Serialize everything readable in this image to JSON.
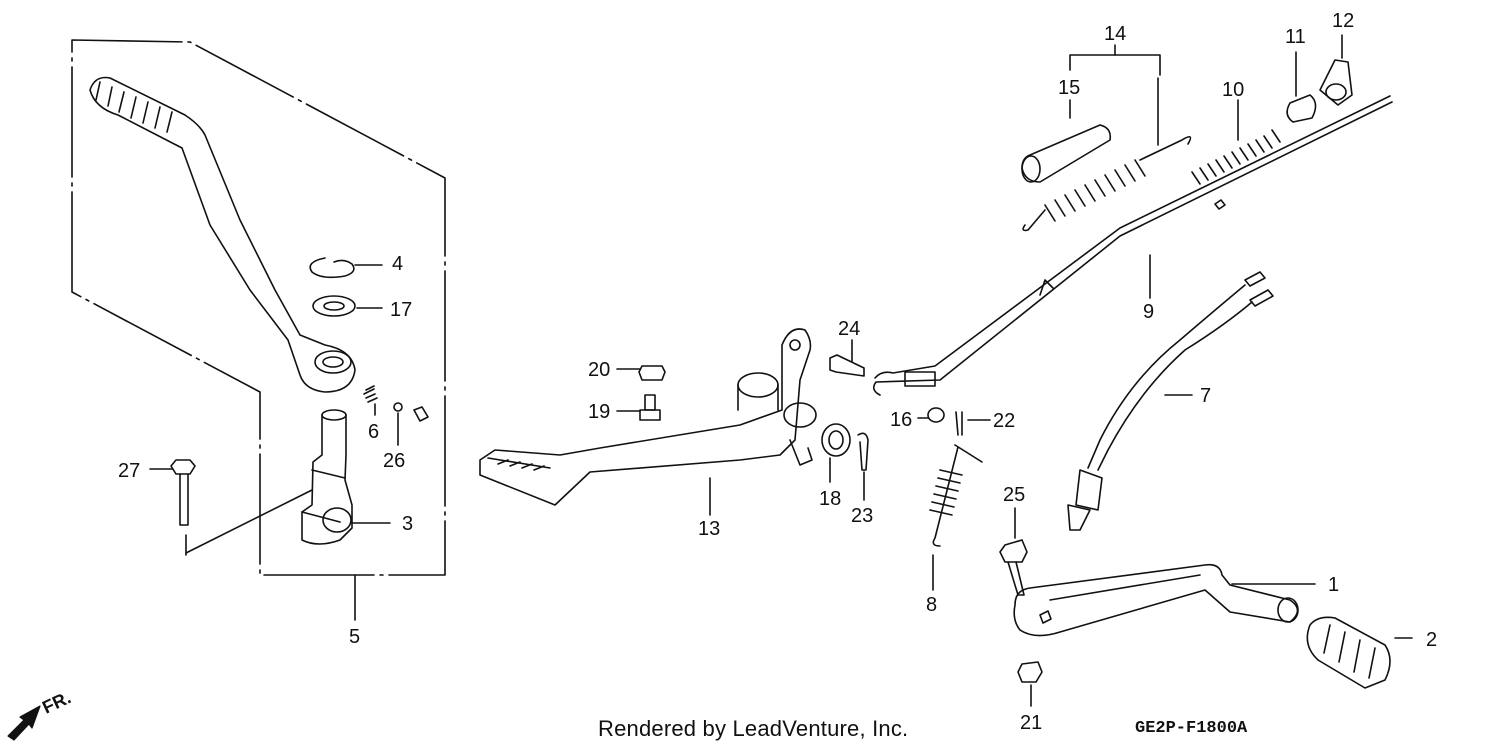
{
  "diagram": {
    "callouts": [
      {
        "id": "1",
        "label": "1"
      },
      {
        "id": "2",
        "label": "2"
      },
      {
        "id": "3",
        "label": "3"
      },
      {
        "id": "4",
        "label": "4"
      },
      {
        "id": "5",
        "label": "5"
      },
      {
        "id": "6",
        "label": "6"
      },
      {
        "id": "7",
        "label": "7"
      },
      {
        "id": "8",
        "label": "8"
      },
      {
        "id": "9",
        "label": "9"
      },
      {
        "id": "10",
        "label": "10"
      },
      {
        "id": "11",
        "label": "11"
      },
      {
        "id": "12",
        "label": "12"
      },
      {
        "id": "13",
        "label": "13"
      },
      {
        "id": "14",
        "label": "14"
      },
      {
        "id": "15",
        "label": "15"
      },
      {
        "id": "16",
        "label": "16"
      },
      {
        "id": "17",
        "label": "17"
      },
      {
        "id": "18",
        "label": "18"
      },
      {
        "id": "19",
        "label": "19"
      },
      {
        "id": "20",
        "label": "20"
      },
      {
        "id": "21",
        "label": "21"
      },
      {
        "id": "22",
        "label": "22"
      },
      {
        "id": "23",
        "label": "23"
      },
      {
        "id": "24",
        "label": "24"
      },
      {
        "id": "25",
        "label": "25"
      },
      {
        "id": "26",
        "label": "26"
      },
      {
        "id": "27",
        "label": "27"
      }
    ],
    "front_marker": "FR.",
    "credit": "Rendered by LeadVenture, Inc.",
    "figure_code": "GE2P-F1800A"
  },
  "icons": {
    "front_arrow": "front-direction-arrow-icon"
  }
}
